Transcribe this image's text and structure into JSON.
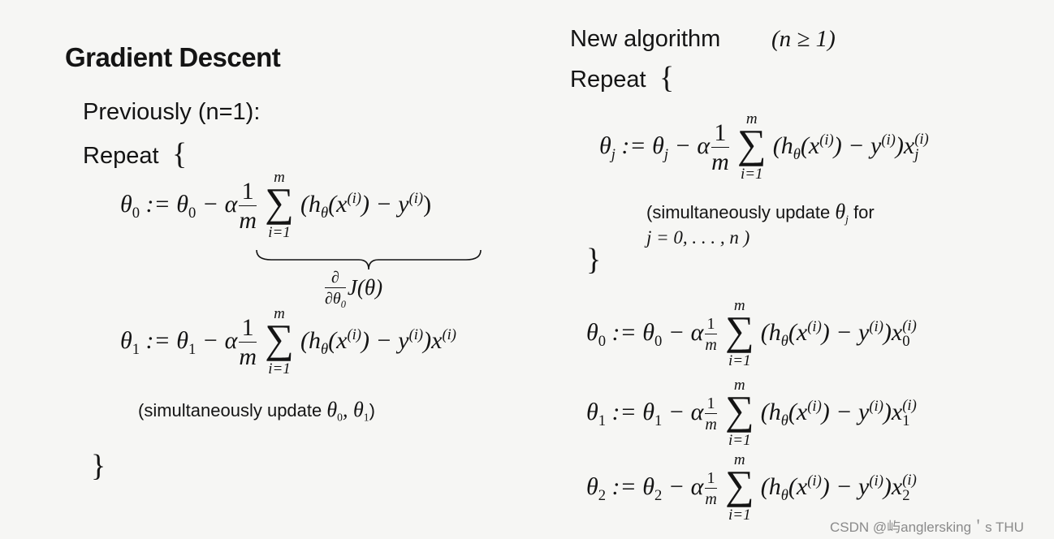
{
  "left": {
    "title": "Gradient Descent",
    "previously": "Previously (n=1):",
    "repeat": "Repeat",
    "open_brace": "{",
    "close_brace": "}",
    "eq0": {
      "lhs": "θ",
      "lhs_sub": "0",
      "assign": " := θ",
      "assign_sub": "0",
      "minus": " − α",
      "frac_num": "1",
      "frac_den": "m",
      "sum_top": "m",
      "sum_bot": "i=1",
      "body": "(h",
      "body_sub": "θ",
      "body2": "(x",
      "body_sup1": "(i)",
      "body3": ") − y",
      "body_sup2": "(i)",
      "body4": ")"
    },
    "deriv": {
      "num": "∂",
      "den": "∂θ",
      "den_sub": "0",
      "term": "J(θ)"
    },
    "eq1": {
      "lhs": "θ",
      "lhs_sub": "1",
      "assign": " := θ",
      "assign_sub": "1",
      "minus": " − α",
      "frac_num": "1",
      "frac_den": "m",
      "sum_top": "m",
      "sum_bot": "i=1",
      "body": "(h",
      "body_sub": "θ",
      "body2": "(x",
      "body_sup1": "(i)",
      "body3": ") − y",
      "body_sup2": "(i)",
      "body4": ")x",
      "body_sup3": "(i)"
    },
    "note": "(simultaneously update",
    "note_math": "θ",
    "note_sub1": "0",
    "note_sep": ", θ",
    "note_sub2": "1",
    "note_close": ")"
  },
  "right": {
    "title": "New algorithm",
    "condition": "(n ≥ 1)",
    "repeat": "Repeat",
    "open_brace": "{",
    "close_brace": "}",
    "eqj": {
      "lhs": "θ",
      "lhs_sub": "j",
      "assign": " := θ",
      "assign_sub": "j",
      "minus": " − α",
      "frac_num": "1",
      "frac_den": "m",
      "sum_top": "m",
      "sum_bot": "i=1",
      "body": "(h",
      "body_sub": "θ",
      "body2": "(x",
      "body_sup1": "(i)",
      "body3": ") − y",
      "body_sup2": "(i)",
      "body4": ")x",
      "body_sup3": "(i)",
      "body_sub3": "j"
    },
    "note_line1": "(simultaneously update",
    "note_math": "θ",
    "note_sub": "j",
    "note_for": " for",
    "note_line2": "j = 0, . . . , n )",
    "expanded": [
      {
        "idx": "0"
      },
      {
        "idx": "1"
      },
      {
        "idx": "2"
      }
    ],
    "exp_lhs": "θ",
    "exp_assign": " := θ",
    "exp_minus": " − α",
    "exp_frac_num": "1",
    "exp_frac_den": "m",
    "exp_sum_top": "m",
    "exp_sum_bot": "i=1",
    "exp_body": "(h",
    "exp_body_sub": "θ",
    "exp_body2": "(x",
    "exp_sup1": "(i)",
    "exp_body3": ") − y",
    "exp_sup2": "(i)",
    "exp_body4": ")x",
    "exp_sup3": "(i)"
  },
  "watermark": "CSDN @屿anglersking＇s THU"
}
